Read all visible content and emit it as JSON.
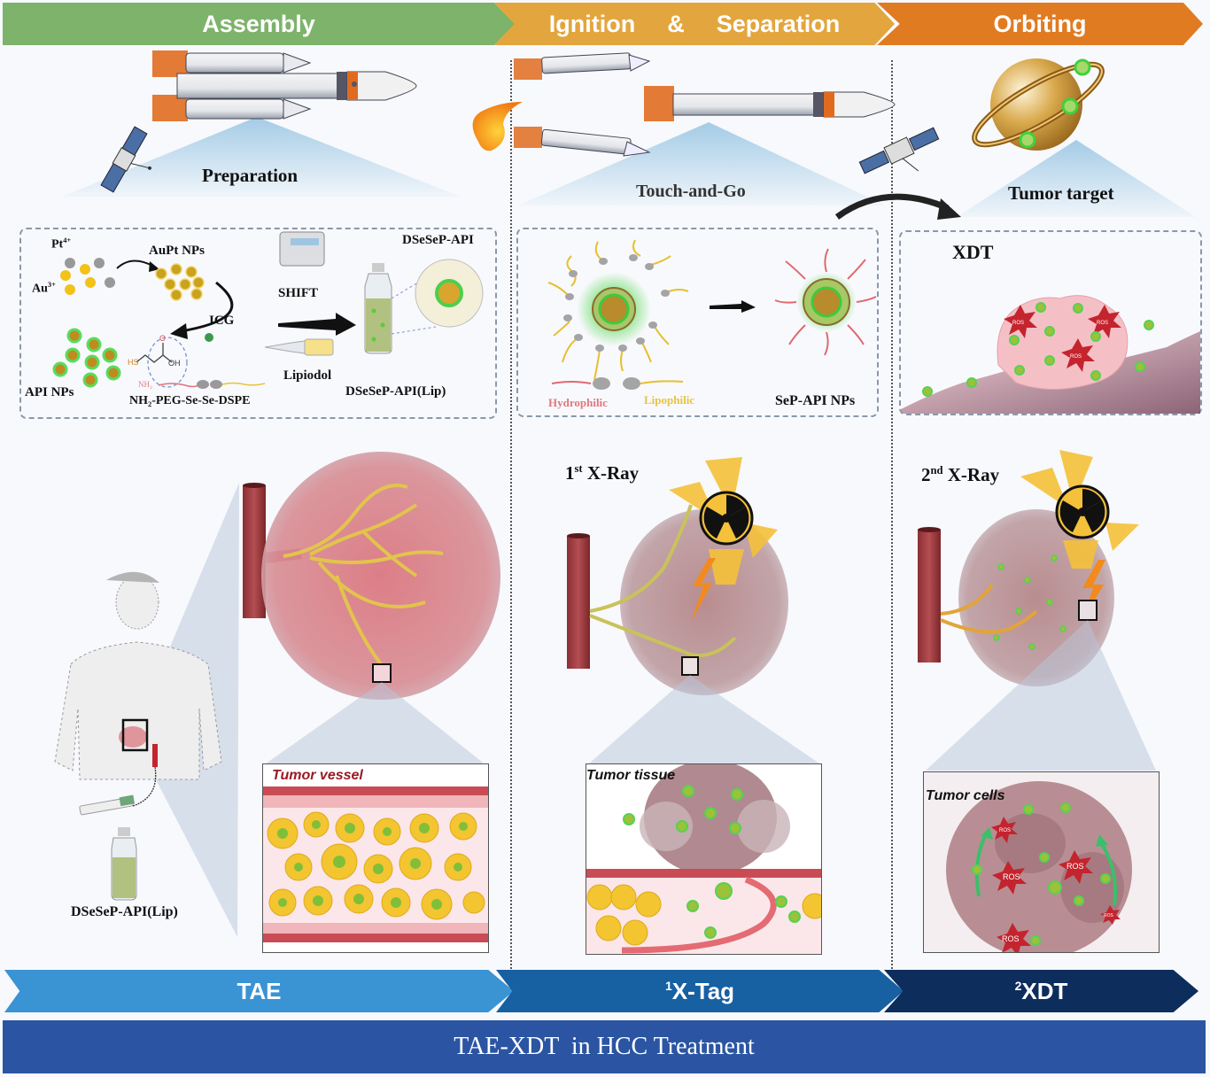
{
  "stages_top": [
    {
      "label": "Assembly",
      "color": "#7db36b"
    },
    {
      "label": "Ignition",
      "amp": "&",
      "label2": "Separation",
      "color": "#e3a53d"
    },
    {
      "label": "Orbiting",
      "color": "#e07b22"
    }
  ],
  "phase_labels": {
    "preparation": "Preparation",
    "touch_and_go": "Touch-and-Go",
    "tumor_target": "Tumor target"
  },
  "assembly_box": {
    "pt": "Pt",
    "pt_sup": "4+",
    "au": "Au",
    "au_sup": "3+",
    "aupt": "AuPt NPs",
    "icg": "ICG",
    "api": "API NPs",
    "shift": "SHIFT",
    "lipiodol": "Lipiodol",
    "peg": "NH₂-PEG-Se-Se-DSPE",
    "dsesep_api": "DSeSeP-API",
    "dsesep_lip": "DSeSeP-API(Lip)",
    "chem_hs": "HS",
    "chem_oh": "OH",
    "chem_o": "O",
    "chem_nh2": "NH₂"
  },
  "separation_box": {
    "hydrophilic": "Hydrophilic",
    "lipophilic": "Lipophilic",
    "product": "SeP-API NPs"
  },
  "xdt_box": {
    "title": "XDT",
    "ros": "ROS"
  },
  "xray": {
    "first_num": "1",
    "first_sup": "st",
    "second_num": "2",
    "second_sup": "nd",
    "label": "X-Ray"
  },
  "patient": {
    "bottle_label": "DSeSeP-API(Lip)"
  },
  "insets": {
    "vessel": "Tumor vessel",
    "tissue": "Tumor tissue",
    "cells": "Tumor cells",
    "ros": "ROS"
  },
  "stages_bottom": [
    {
      "label": "TAE",
      "sup": "",
      "color": "#3a93d3"
    },
    {
      "label": "X-Tag",
      "sup": "1",
      "color": "#1760a2"
    },
    {
      "label": "XDT",
      "sup": "2",
      "color": "#0d2d5c"
    }
  ],
  "footer": {
    "title": "TAE-XDT  in HCC Treatment",
    "color": "#2b55a2"
  }
}
